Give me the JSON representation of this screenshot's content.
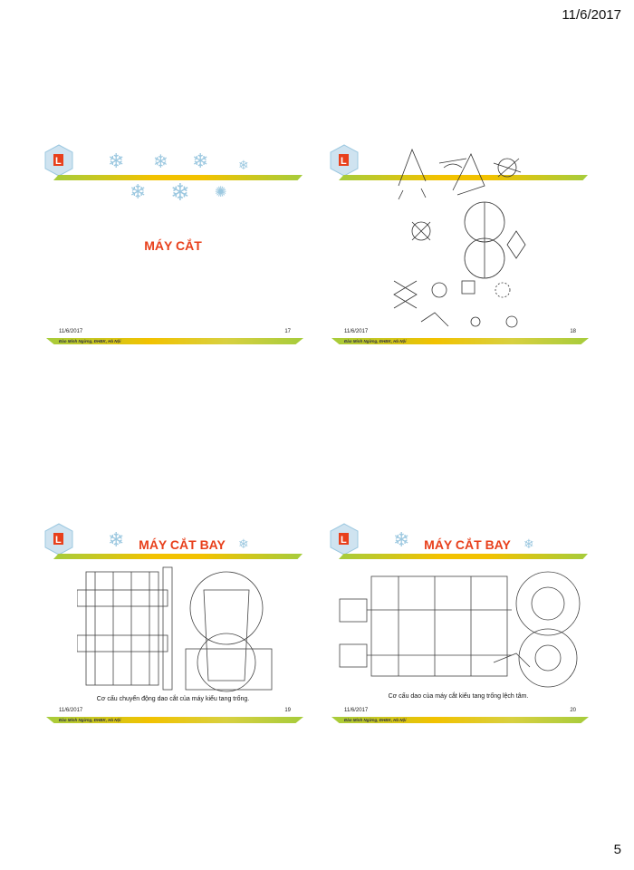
{
  "page": {
    "date": "11/6/2017",
    "number": "5"
  },
  "slides": [
    {
      "title": "MÁY CẮT",
      "date": "11/6/2017",
      "number": "17",
      "author": "Đào Minh Ngừng, ĐHBK, Hà Nội",
      "caption": ""
    },
    {
      "title": "",
      "date": "11/6/2017",
      "number": "18",
      "author": "Đào Minh Ngừng, ĐHBK, Hà Nội",
      "caption": ""
    },
    {
      "title": "MÁY CẮT BAY",
      "date": "11/6/2017",
      "number": "19",
      "author": "Đào Minh Ngừng, ĐHBK, Hà Nội",
      "caption": "Cơ cấu chuyển động dao cắt của máy kiểu tang trống."
    },
    {
      "title": "MÁY CẮT BAY",
      "date": "11/6/2017",
      "number": "20",
      "author": "Đào Minh Ngừng, ĐHBK, Hà Nội",
      "caption": "Cơ cấu dao của máy cắt kiểu tang trống lệch tâm."
    }
  ],
  "logo_letter": "L",
  "colors": {
    "title": "#e8401c",
    "band_green": "#a6cc3c",
    "band_yellow": "#f2c200",
    "snowflake": "#9cc8e0"
  }
}
